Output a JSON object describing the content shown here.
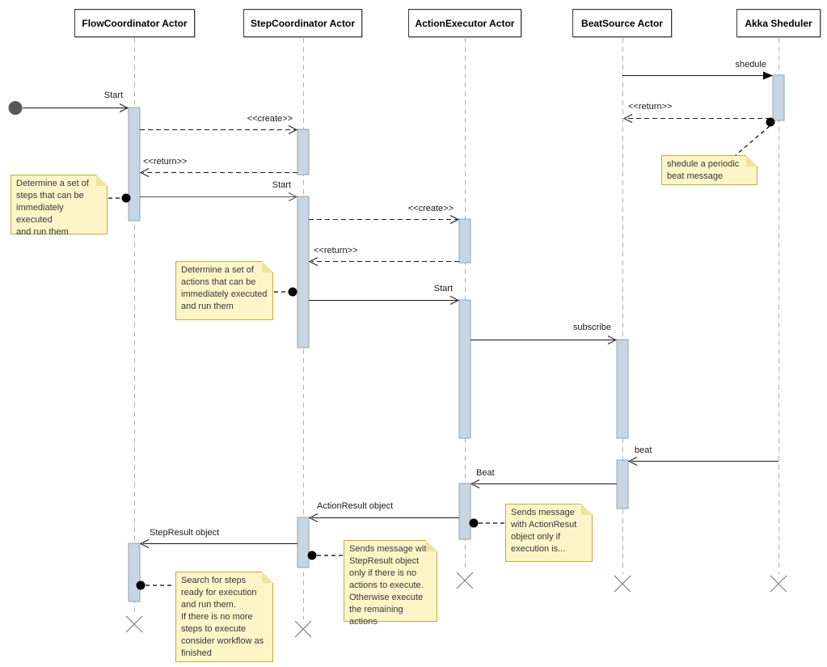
{
  "diagram": {
    "kind": "uml-sequence-diagram",
    "actors": [
      {
        "label": "FlowCoordinator Actor"
      },
      {
        "label": "StepCoordinator Actor"
      },
      {
        "label": "ActionExecutor Actor"
      },
      {
        "label": "BeatSource Actor"
      },
      {
        "label": "Akka Sheduler"
      }
    ],
    "messages": [
      {
        "label": "shedule",
        "from": "BeatSource Actor",
        "to": "Akka Sheduler",
        "style": "solid",
        "arrowhead": "filled"
      },
      {
        "label": "Start",
        "from": "initial-node",
        "to": "FlowCoordinator Actor",
        "style": "solid",
        "arrowhead": "open"
      },
      {
        "label": "<<return>>",
        "from": "Akka Sheduler",
        "to": "BeatSource Actor",
        "style": "dashed",
        "arrowhead": "open"
      },
      {
        "label": "<<create>>",
        "from": "FlowCoordinator Actor",
        "to": "StepCoordinator Actor",
        "style": "dashed",
        "arrowhead": "open"
      },
      {
        "label": "<<return>>",
        "from": "StepCoordinator Actor",
        "to": "FlowCoordinator Actor",
        "style": "dashed",
        "arrowhead": "open"
      },
      {
        "label": "Start",
        "from": "FlowCoordinator Actor",
        "to": "StepCoordinator Actor",
        "style": "solid",
        "arrowhead": "open"
      },
      {
        "label": "<<create>>",
        "from": "StepCoordinator Actor",
        "to": "ActionExecutor Actor",
        "style": "dashed",
        "arrowhead": "open"
      },
      {
        "label": "<<return>>",
        "from": "ActionExecutor Actor",
        "to": "StepCoordinator Actor",
        "style": "dashed",
        "arrowhead": "open"
      },
      {
        "label": "Start",
        "from": "StepCoordinator Actor",
        "to": "ActionExecutor Actor",
        "style": "solid",
        "arrowhead": "open"
      },
      {
        "label": "subscribe",
        "from": "ActionExecutor Actor",
        "to": "BeatSource Actor",
        "style": "solid",
        "arrowhead": "open"
      },
      {
        "label": "beat",
        "from": "Akka Sheduler",
        "to": "BeatSource Actor",
        "style": "solid",
        "arrowhead": "open"
      },
      {
        "label": "Beat",
        "from": "BeatSource Actor",
        "to": "ActionExecutor Actor",
        "style": "solid",
        "arrowhead": "open"
      },
      {
        "label": "ActionResult object",
        "from": "ActionExecutor Actor",
        "to": "StepCoordinator Actor",
        "style": "solid",
        "arrowhead": "open"
      },
      {
        "label": "StepResult object",
        "from": "StepCoordinator Actor",
        "to": "FlowCoordinator Actor",
        "style": "solid",
        "arrowhead": "open"
      }
    ],
    "notes": [
      {
        "text": "shedule a periodic\nbeat message",
        "attached_to": "Akka Sheduler"
      },
      {
        "text": "Determine a set of\nsteps that can be\nimmediately executed\nand run them",
        "attached_to": "FlowCoordinator Actor"
      },
      {
        "text": "Determine a set of\nactions that can be\nimmediately executed\nand run them",
        "attached_to": "StepCoordinator Actor"
      },
      {
        "text": "Sends message\nwith ActionResut\nobject only if\nexecution is...",
        "attached_to": "ActionExecutor Actor"
      },
      {
        "text": "Sends message with\nStepResult object\nonly if there is no\nactions to execute.\nOtherwise execute\nthe remaining actions",
        "attached_to": "StepCoordinator Actor"
      },
      {
        "text": "Search for steps\nready for execution\nand run them.\nIf there is no more\nsteps to execute\nconsider workflow as\nfinished",
        "attached_to": "FlowCoordinator Actor"
      }
    ],
    "colors": {
      "activation_fill": "#C6D6E2",
      "activation_border": "#8EA5B5",
      "note_fill": "#FBF5C8",
      "note_border": "#C3AC38",
      "lifeline": "#AFAFAF",
      "message_line": "#1A1A1A",
      "destroy_cross": "#7F7F7F",
      "initial_node": "#575757"
    }
  }
}
